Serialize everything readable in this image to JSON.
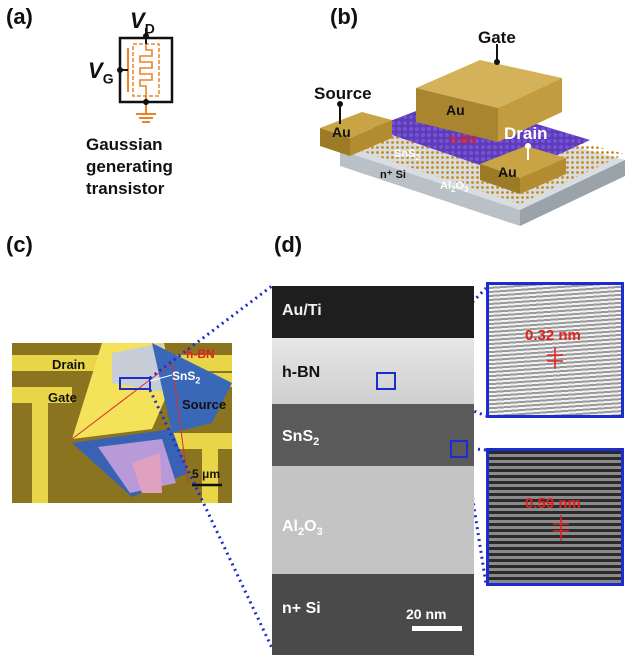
{
  "panel_labels": {
    "a": "(a)",
    "b": "(b)",
    "c": "(c)",
    "d": "(d)"
  },
  "panel_a": {
    "vd_main": "V",
    "vd_sub": "D",
    "vg_main": "V",
    "vg_sub": "G",
    "caption_line1": "Gaussian",
    "caption_line2": "generating",
    "caption_line3": "transistor"
  },
  "panel_b": {
    "gate": "Gate",
    "source": "Source",
    "drain": "Drain",
    "au_top": "Au",
    "au_left": "Au",
    "au_right": "Au",
    "hbn": "h-BN",
    "sns2_main": "SnS",
    "sns2_sub": "2",
    "nsi": "n⁺ Si",
    "al2o3_a": "Al",
    "al2o3_b": "2",
    "al2o3_c": "O",
    "al2o3_d": "3"
  },
  "panel_c": {
    "drain": "Drain",
    "gate": "Gate",
    "source": "Source",
    "hbn": "h-BN",
    "sns2_main": "SnS",
    "sns2_sub": "2",
    "scale": "5 μm"
  },
  "panel_d": {
    "layer1": "Au/Ti",
    "layer2": "h-BN",
    "layer3_main": "SnS",
    "layer3_sub": "2",
    "layer4_a": "Al",
    "layer4_b": "2",
    "layer4_c": "O",
    "layer4_d": "3",
    "layer5": "n+ Si",
    "scale": "20 nm",
    "inset1": "0.32 nm",
    "inset2": "0.59 nm"
  },
  "colors": {
    "accent_blue": "#1c2ccf",
    "red_label": "#e0201c",
    "orange": "#e8852a",
    "gold": "#b8892b"
  }
}
